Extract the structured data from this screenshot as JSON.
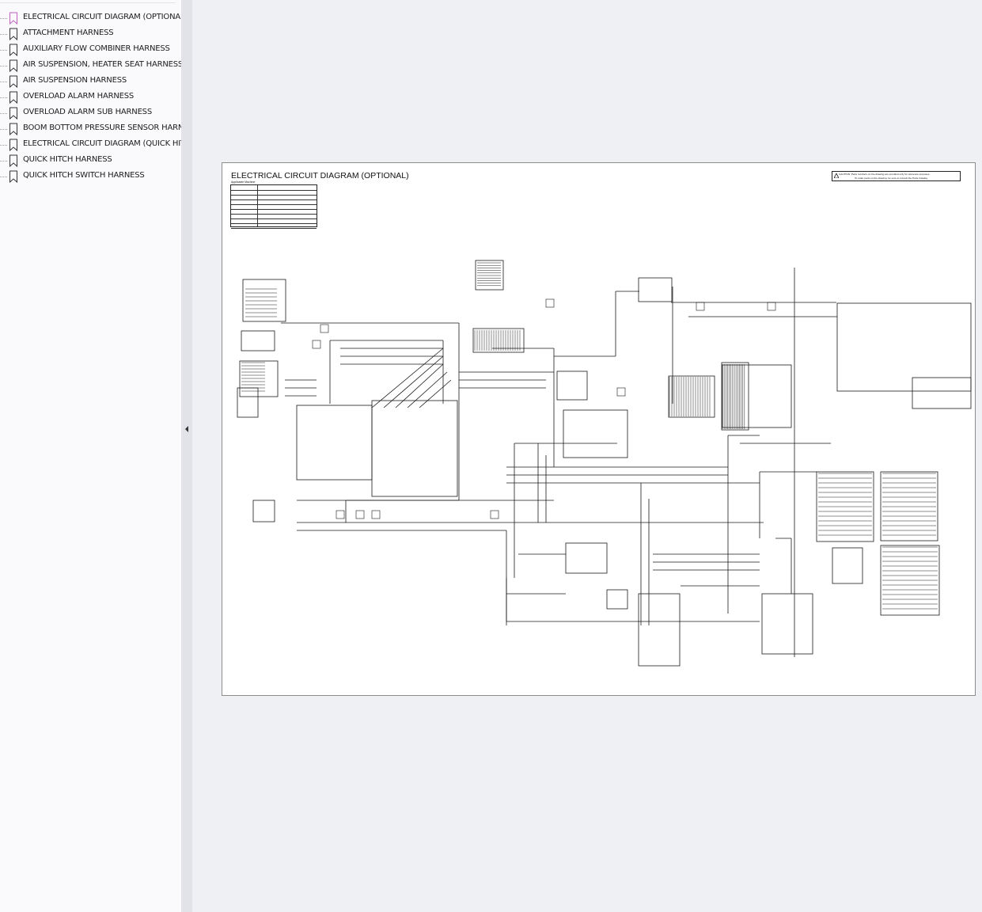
{
  "sidebar": {
    "bookmarks": [
      {
        "label": "ELECTRICAL CIRCUIT DIAGRAM (OPTIONAL)",
        "selected": true
      },
      {
        "label": "ATTACHMENT HARNESS",
        "selected": false
      },
      {
        "label": "AUXILIARY FLOW COMBINER HARNESS",
        "selected": false
      },
      {
        "label": "AIR SUSPENSION, HEATER SEAT HARNESS",
        "selected": false
      },
      {
        "label": "AIR SUSPENSION HARNESS",
        "selected": false
      },
      {
        "label": "OVERLOAD ALARM HARNESS",
        "selected": false
      },
      {
        "label": "OVERLOAD ALARM SUB HARNESS",
        "selected": false
      },
      {
        "label": "BOOM BOTTOM PRESSURE SENSOR HARNESS",
        "selected": false
      },
      {
        "label": "ELECTRICAL CIRCUIT DIAGRAM (QUICK HITCH)",
        "selected": false
      },
      {
        "label": "QUICK HITCH HARNESS",
        "selected": false
      },
      {
        "label": "QUICK HITCH SWITCH HARNESS",
        "selected": false
      }
    ]
  },
  "document": {
    "title": "ELECTRICAL CIRCUIT DIAGRAM (OPTIONAL)",
    "caution_line1": "CAUTION: Parts numbers on the drawing are provided only for reference purposes.",
    "caution_line2": "To order parts on the drawing, be sure to consult the Parts Catalog.",
    "applicable_label": "Applicable Machine"
  },
  "colors": {
    "selected_bookmark": "#c060c0",
    "bookmark": "#333333",
    "page_border": "#8c8c8c",
    "background": "#eff0f3"
  },
  "icons": {
    "bookmark": "bookmark-icon",
    "collapse": "chevron-left-icon"
  }
}
